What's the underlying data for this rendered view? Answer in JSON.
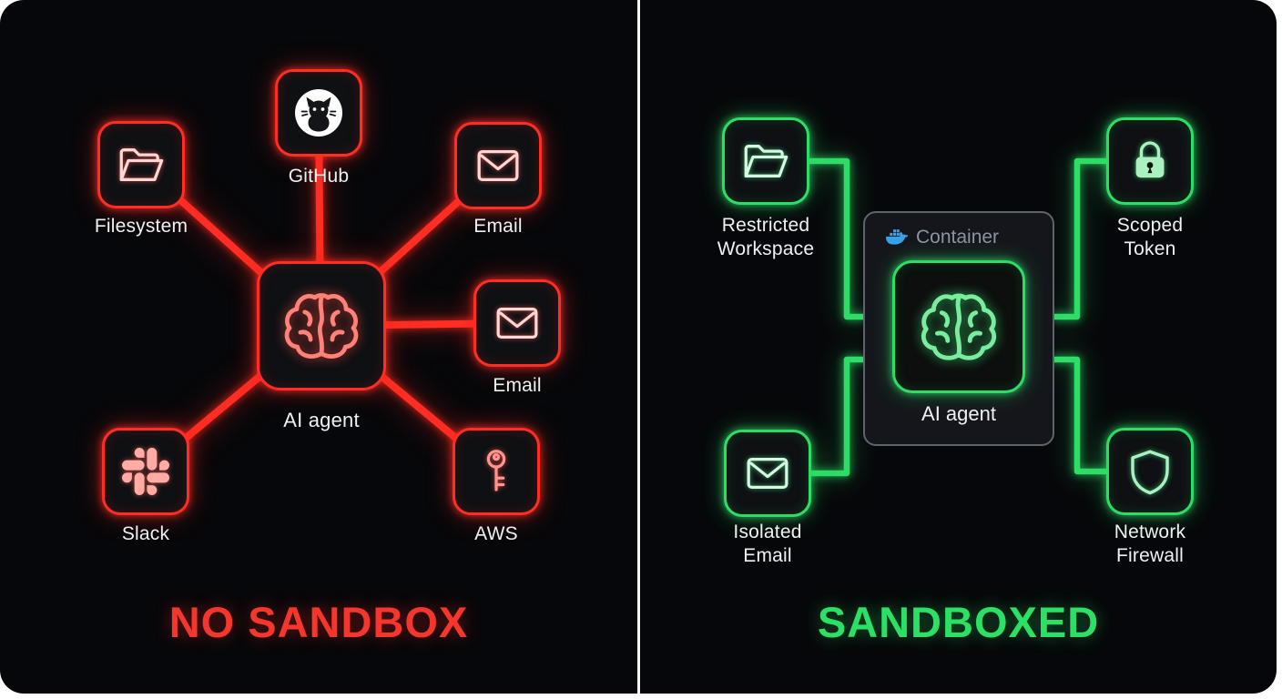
{
  "page": {
    "background": "#ffffff",
    "board_background": "#06070a"
  },
  "left_panel": {
    "title": "NO SANDBOX",
    "accent": "#ff2d23",
    "agent": {
      "label": "AI agent",
      "icon": "brain-icon"
    },
    "nodes": [
      {
        "id": "filesystem",
        "label": "Filesystem",
        "icon": "folder-icon"
      },
      {
        "id": "github",
        "label": "GitHub",
        "icon": "github-icon"
      },
      {
        "id": "email-top",
        "label": "Email",
        "icon": "envelope-icon"
      },
      {
        "id": "email-side",
        "label": "Email",
        "icon": "envelope-icon"
      },
      {
        "id": "slack",
        "label": "Slack",
        "icon": "slack-icon"
      },
      {
        "id": "aws",
        "label": "AWS",
        "icon": "key-icon"
      }
    ]
  },
  "right_panel": {
    "title": "SANDBOXED",
    "accent": "#2edd66",
    "container": {
      "label": "Container",
      "icon": "docker-icon"
    },
    "agent": {
      "label": "AI agent",
      "icon": "brain-icon"
    },
    "nodes": [
      {
        "id": "restricted-workspace",
        "label": "Restricted\nWorkspace",
        "icon": "folder-icon"
      },
      {
        "id": "scoped-token",
        "label": "Scoped\nToken",
        "icon": "lock-icon"
      },
      {
        "id": "isolated-email",
        "label": "Isolated\nEmail",
        "icon": "envelope-icon"
      },
      {
        "id": "network-firewall",
        "label": "Network\nFirewall",
        "icon": "shield-icon"
      }
    ]
  }
}
